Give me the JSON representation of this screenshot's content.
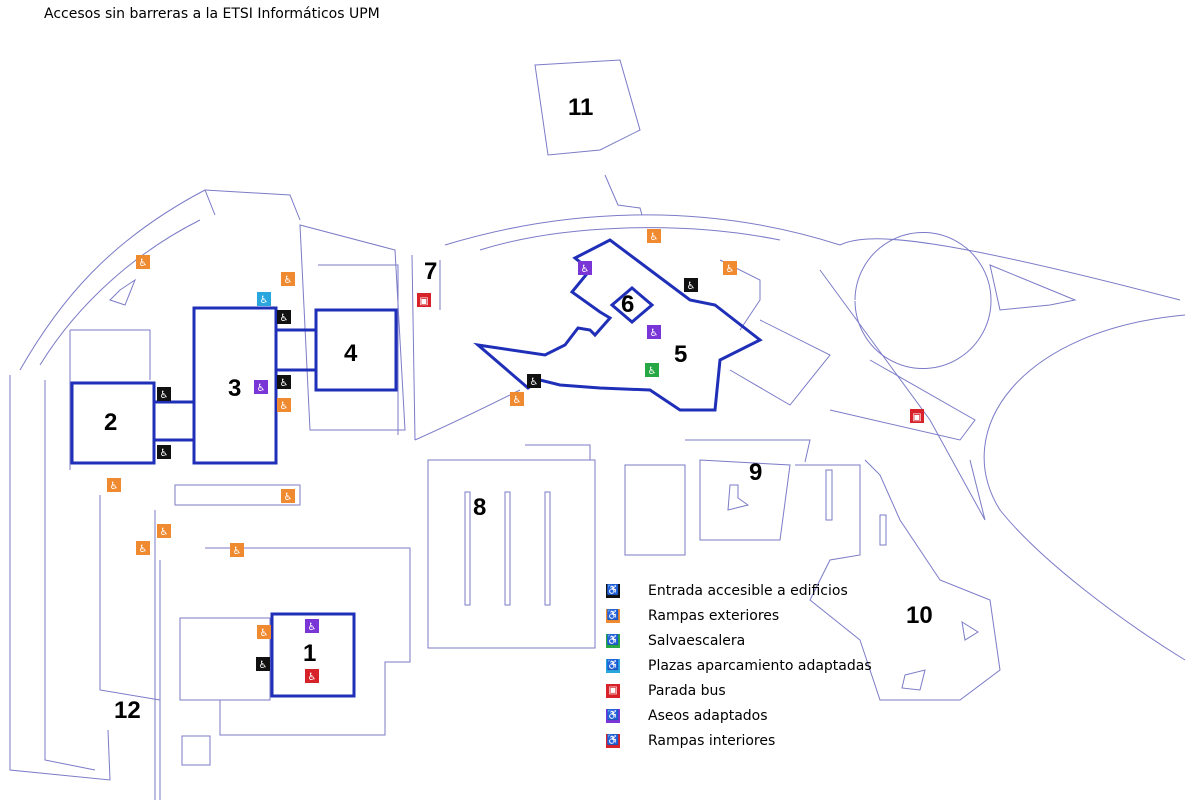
{
  "title": "Accesos sin barreras a la ETSI Informáticos UPM",
  "colors": {
    "entrada": "#111111",
    "rampa_ext": "#f08a30",
    "salvaescalera": "#27a844",
    "parking": "#2aa6de",
    "bus": "#d8222a",
    "aseos": "#7a35d6",
    "rampa_int": "#d8222a",
    "building": "#1f2fb8",
    "outline": "#7b7bc8"
  },
  "buildings": [
    "1",
    "2",
    "3",
    "4",
    "5",
    "6",
    "7",
    "8",
    "9",
    "10",
    "11",
    "12"
  ],
  "legend": [
    {
      "type": "entrada",
      "icon": "wheelchair-icon",
      "label": "Entrada accesible a edificios"
    },
    {
      "type": "rampa_ext",
      "icon": "wheelchair-icon",
      "label": "Rampas exteriores"
    },
    {
      "type": "salvaescalera",
      "icon": "wheelchair-icon",
      "label": "Salvaescalera"
    },
    {
      "type": "parking",
      "icon": "wheelchair-icon",
      "label": "Plazas aparcamiento adaptadas"
    },
    {
      "type": "bus",
      "icon": "bus-icon",
      "label": "Parada bus"
    },
    {
      "type": "aseos",
      "icon": "wheelchair-icon",
      "label": "Aseos adaptados"
    },
    {
      "type": "rampa_int",
      "icon": "wheelchair-icon",
      "label": "Rampas interiores"
    }
  ]
}
